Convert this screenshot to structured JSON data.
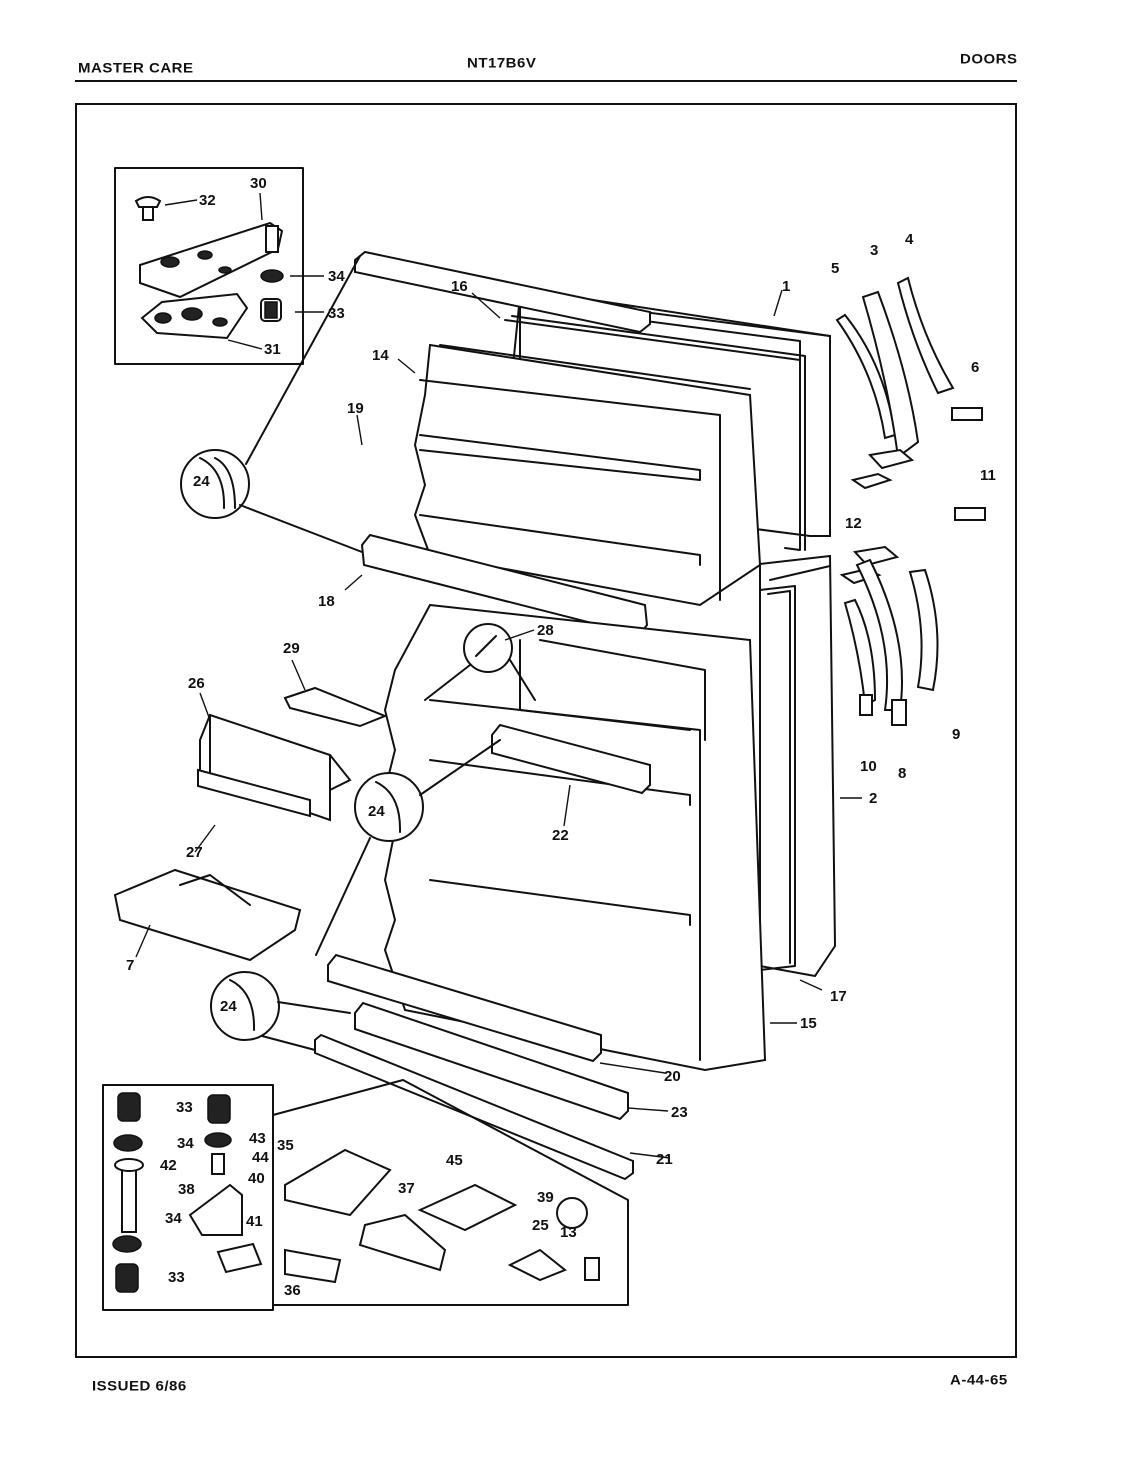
{
  "header": {
    "left": "MASTER CARE",
    "center": "NT17B6V",
    "right": "DOORS"
  },
  "footer": {
    "left": "ISSUED 6/86",
    "right": "A-44-65"
  },
  "callouts": [
    {
      "id": "c1",
      "text": "1"
    },
    {
      "id": "c2",
      "text": "2"
    },
    {
      "id": "c3",
      "text": "3"
    },
    {
      "id": "c4",
      "text": "4"
    },
    {
      "id": "c5",
      "text": "5"
    },
    {
      "id": "c6",
      "text": "6"
    },
    {
      "id": "c7",
      "text": "7"
    },
    {
      "id": "c8",
      "text": "8"
    },
    {
      "id": "c9",
      "text": "9"
    },
    {
      "id": "c10",
      "text": "10"
    },
    {
      "id": "c11",
      "text": "11"
    },
    {
      "id": "c12",
      "text": "12"
    },
    {
      "id": "c13",
      "text": "13"
    },
    {
      "id": "c14",
      "text": "14"
    },
    {
      "id": "c15",
      "text": "15"
    },
    {
      "id": "c16",
      "text": "16"
    },
    {
      "id": "c17",
      "text": "17"
    },
    {
      "id": "c18",
      "text": "18"
    },
    {
      "id": "c19",
      "text": "19"
    },
    {
      "id": "c20",
      "text": "20"
    },
    {
      "id": "c21",
      "text": "21"
    },
    {
      "id": "c22",
      "text": "22"
    },
    {
      "id": "c23",
      "text": "23"
    },
    {
      "id": "c24a",
      "text": "24"
    },
    {
      "id": "c24b",
      "text": "24"
    },
    {
      "id": "c24c",
      "text": "24"
    },
    {
      "id": "c25",
      "text": "25"
    },
    {
      "id": "c26",
      "text": "26"
    },
    {
      "id": "c27",
      "text": "27"
    },
    {
      "id": "c28",
      "text": "28"
    },
    {
      "id": "c29",
      "text": "29"
    },
    {
      "id": "c30",
      "text": "30"
    },
    {
      "id": "c31",
      "text": "31"
    },
    {
      "id": "c32",
      "text": "32"
    },
    {
      "id": "c33a",
      "text": "33"
    },
    {
      "id": "c33b",
      "text": "33"
    },
    {
      "id": "c33c",
      "text": "33"
    },
    {
      "id": "c34a",
      "text": "34"
    },
    {
      "id": "c34b",
      "text": "34"
    },
    {
      "id": "c34c",
      "text": "34"
    },
    {
      "id": "c35",
      "text": "35"
    },
    {
      "id": "c36",
      "text": "36"
    },
    {
      "id": "c37",
      "text": "37"
    },
    {
      "id": "c38",
      "text": "38"
    },
    {
      "id": "c39",
      "text": "39"
    },
    {
      "id": "c40",
      "text": "40"
    },
    {
      "id": "c41",
      "text": "41"
    },
    {
      "id": "c42",
      "text": "42"
    },
    {
      "id": "c43",
      "text": "43"
    },
    {
      "id": "c44",
      "text": "44"
    },
    {
      "id": "c45",
      "text": "45"
    }
  ]
}
